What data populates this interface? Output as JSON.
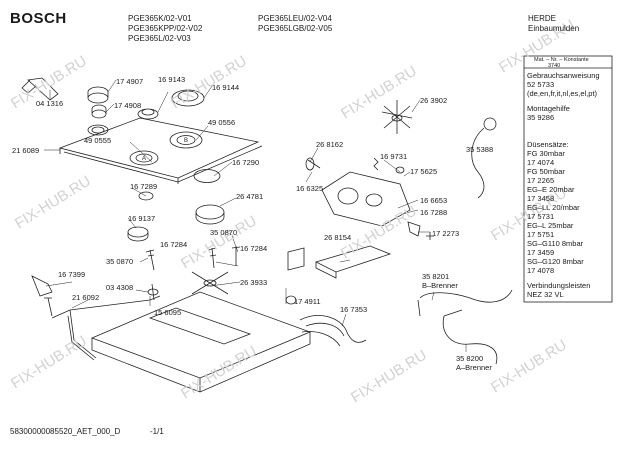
{
  "header": {
    "brand": "BOSCH",
    "models_col1": [
      "PGE365K/02-V01",
      "PGE365KPP/02-V02",
      "PGE365L/02-V03"
    ],
    "models_col2": [
      "PGE365LEU/02-V04",
      "PGE365LGB/02-V05"
    ],
    "company": "HERDE",
    "category": "Einbaumulden"
  },
  "side_panel": {
    "mat_note": "Mat. – Nr. – Konstante",
    "mat_number": "3740",
    "manual_title": "Gebrauchsanweisung",
    "manual_number": "52 5733",
    "manual_langs": "(de,en,fr,it,nl,es,el,pt)",
    "mount_title": "Montagehilfe",
    "mount_number": "35 9286",
    "nozzles_title": "Düsensätze:",
    "nozzles": [
      {
        "name": "FG 30mbar",
        "number": "17 4074"
      },
      {
        "name": "FG 50mbar",
        "number": "17 2265"
      },
      {
        "name": "EG–E 20mbar",
        "number": "17 3458"
      },
      {
        "name": "EG–LL 20/mbar",
        "number": "17 5731"
      },
      {
        "name": "EG–L 25mbar",
        "number": "17 5751"
      },
      {
        "name": "SG–G110 8mbar",
        "number": "17 3459"
      },
      {
        "name": "SG–G120 8mbar",
        "number": "17 4078"
      }
    ],
    "cable_title": "Verbindungsleisten",
    "cable_number": "NEZ 32 VL"
  },
  "parts": [
    {
      "id": "p1",
      "label": "04 1316"
    },
    {
      "id": "p2",
      "label": "17 4907"
    },
    {
      "id": "p3",
      "label": "17 4908"
    },
    {
      "id": "p4",
      "label": "16 9143"
    },
    {
      "id": "p5",
      "label": "16 9144"
    },
    {
      "id": "p6",
      "label": "26 3902"
    },
    {
      "id": "p7",
      "label": "49 0555"
    },
    {
      "id": "p8",
      "label": "49 0556"
    },
    {
      "id": "p9",
      "label": "21 6089"
    },
    {
      "id": "p10",
      "label": "16 7290"
    },
    {
      "id": "p11",
      "label": "26 8162"
    },
    {
      "id": "p12",
      "label": "35 5388"
    },
    {
      "id": "p13",
      "label": "16 9731"
    },
    {
      "id": "p14",
      "label": "17 5625"
    },
    {
      "id": "p15",
      "label": "16 6325"
    },
    {
      "id": "p16",
      "label": "16 7289"
    },
    {
      "id": "p17",
      "label": "26 4781"
    },
    {
      "id": "p18",
      "label": "16 9137"
    },
    {
      "id": "p19",
      "label": "16 6653"
    },
    {
      "id": "p20",
      "label": "16 7288"
    },
    {
      "id": "p21",
      "label": "35 0870"
    },
    {
      "id": "p22",
      "label": "16 7284"
    },
    {
      "id": "p23",
      "label": "16 7284"
    },
    {
      "id": "p24",
      "label": "17 2273"
    },
    {
      "id": "p25",
      "label": "35 0870"
    },
    {
      "id": "p26",
      "label": "26 8154"
    },
    {
      "id": "p27",
      "label": "16 7399"
    },
    {
      "id": "p28",
      "label": "03 4308"
    },
    {
      "id": "p29",
      "label": "26 3933"
    },
    {
      "id": "p30",
      "label": "21 6092"
    },
    {
      "id": "p31",
      "label": "15 6095"
    },
    {
      "id": "p32",
      "label": "17 4911"
    },
    {
      "id": "p33",
      "label": "16 7353"
    },
    {
      "id": "p34",
      "label": "35 8201"
    },
    {
      "id": "p35",
      "label": "B–Brenner"
    },
    {
      "id": "p36",
      "label": "35 8200"
    },
    {
      "id": "p37",
      "label": "A–Brenner"
    }
  ],
  "burner_marks": [
    "A",
    "B"
  ],
  "footer": {
    "doc_id": "58300000085520_AET_000_D",
    "page": "-1/1"
  },
  "watermark": "FIX-HUB.RU"
}
